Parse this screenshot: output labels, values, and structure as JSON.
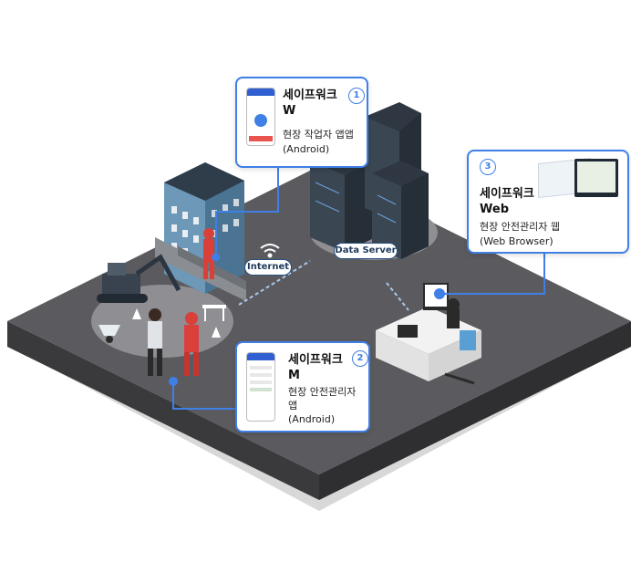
{
  "cards": {
    "w": {
      "badge": "1",
      "title_line1": "세이프워크",
      "title_line2": "W",
      "desc_line1": "현장 작업자 앱앱",
      "desc_line2": "(Android)"
    },
    "m": {
      "badge": "2",
      "title_line1": "세이프워크",
      "title_line2": "M",
      "desc_line1": "현장 안전관리자",
      "desc_line2": "앱",
      "desc_line3": "(Android)"
    },
    "web": {
      "badge": "3",
      "title_line1": "세이프워크",
      "title_line2": "Web",
      "desc_line1": "현장 안전관리자 웹",
      "desc_line2": "(Web Browser)"
    }
  },
  "labels": {
    "internet": "Internet",
    "data_server": "Data Server"
  },
  "colors": {
    "accent": "#3f7fe6",
    "platform_top": "#5b5b5f",
    "platform_side": "#3a3a3d",
    "pad": "#8e8e93",
    "server": "#3b4653",
    "building": "#5f8aa8",
    "worker": "#d9403a"
  }
}
